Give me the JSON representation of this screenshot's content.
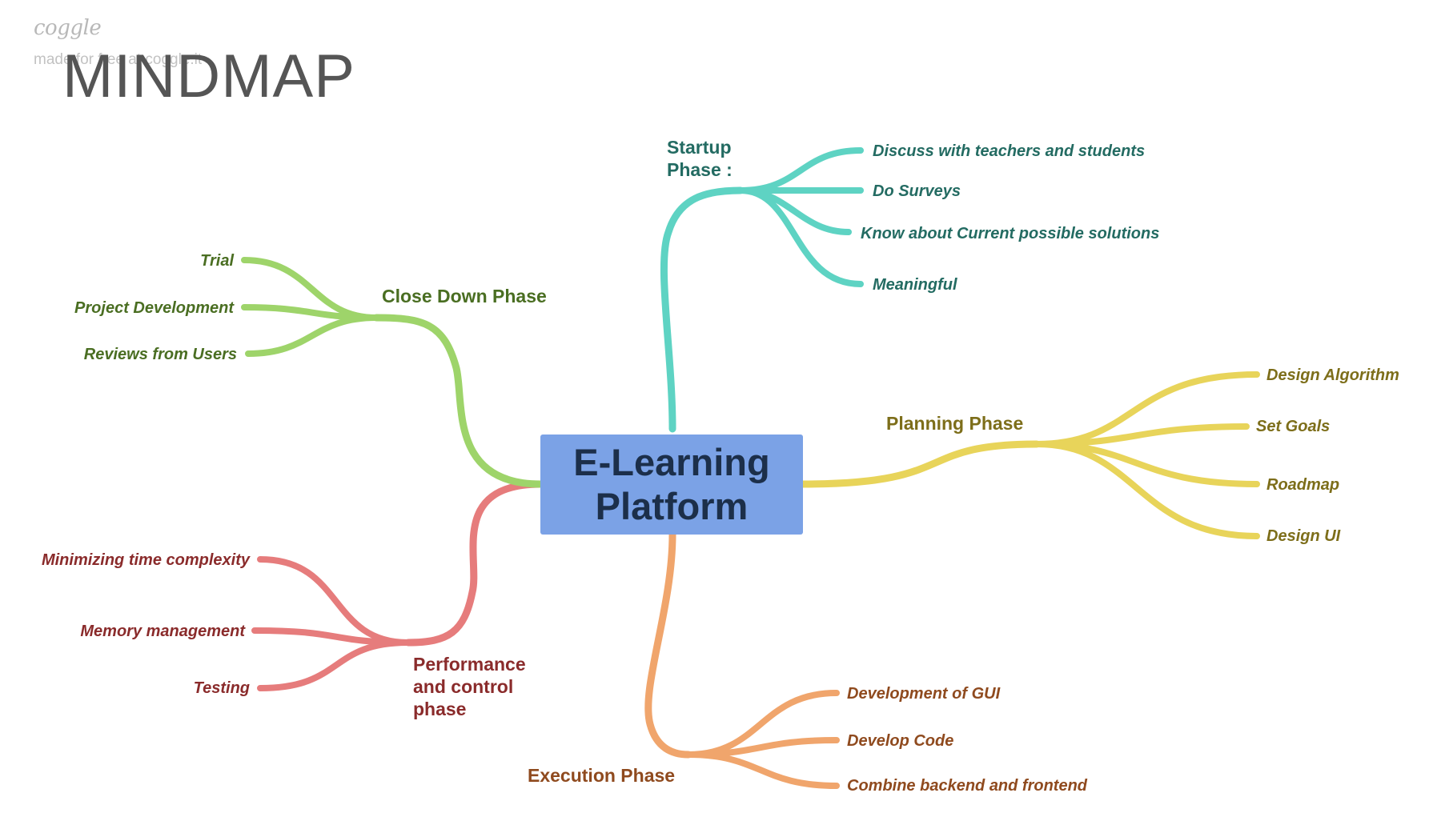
{
  "watermark": {
    "logo": "coggle",
    "subtitle": "made for free at coggle.it"
  },
  "title": "MINDMAP",
  "root": {
    "label": "E-Learning Platform",
    "color": "#7ba2e6"
  },
  "branches": [
    {
      "id": "startup",
      "label": "Startup Phase :",
      "color": "#5ed3c3",
      "text_color": "#236b62",
      "children": [
        "Discuss with teachers and students",
        "Do Surveys",
        "Know about Current possible solutions",
        "Meaningful"
      ]
    },
    {
      "id": "planning",
      "label": "Planning Phase",
      "color": "#e8d45a",
      "text_color": "#7d6e1a",
      "children": [
        "Design Algorithm",
        "Set Goals",
        "Roadmap",
        "Design UI"
      ]
    },
    {
      "id": "execution",
      "label": "Execution Phase",
      "color": "#f0a56c",
      "text_color": "#8f4a1e",
      "children": [
        "Development of GUI",
        "Develop Code",
        "Combine backend and frontend"
      ]
    },
    {
      "id": "performance",
      "label": "Performance and control phase",
      "color": "#e67c7c",
      "text_color": "#8a2b2b",
      "children": [
        "Minimizing time complexity",
        "Memory management",
        "Testing"
      ]
    },
    {
      "id": "closedown",
      "label": "Close Down Phase",
      "color": "#9ed46a",
      "text_color": "#4a6e22",
      "children": [
        "Trial",
        "Project Development",
        "Reviews from Users"
      ]
    }
  ]
}
